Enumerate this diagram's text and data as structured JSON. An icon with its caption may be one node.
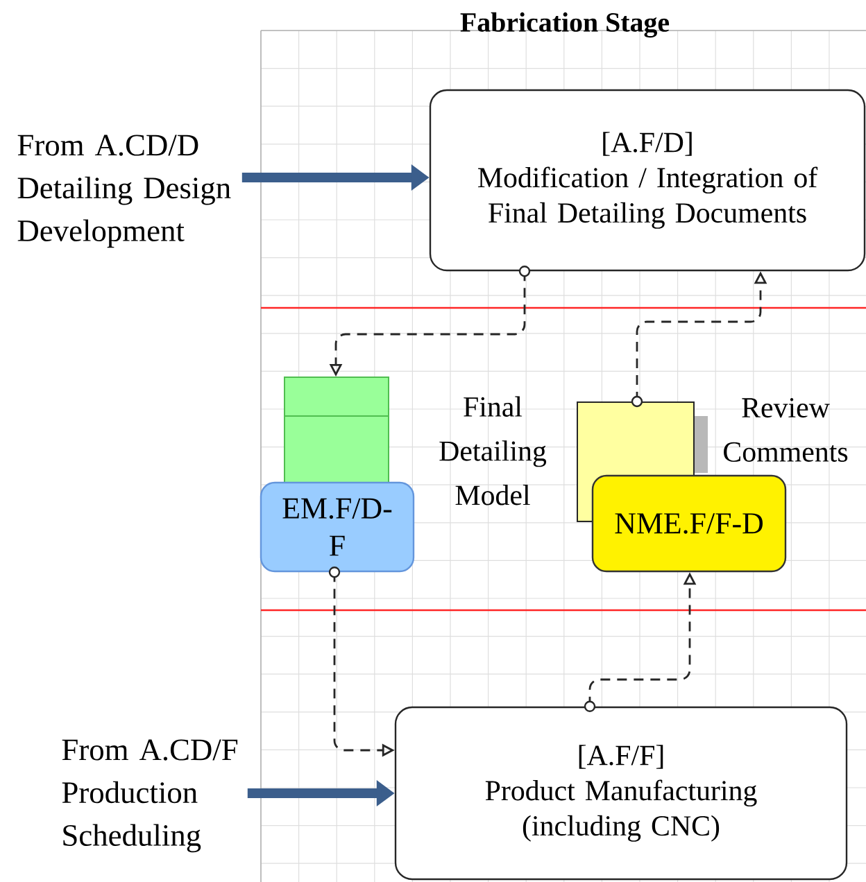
{
  "diagram": {
    "title": "Fabrication Stage",
    "nodes": [
      {
        "text": [
          "From A.CD/D Detailing Design Development"
        ]
      },
      {
        "text": [
          "[A.F/D]",
          "Modification / Integration of Final Detailing Documents"
        ]
      },
      {
        "text": [],
        "shape": "box"
      },
      {
        "text": [
          "EM.F/D-F"
        ]
      },
      {
        "text": [],
        "shape": "box",
        "beside": [
          "Review Comments"
        ]
      },
      {
        "text": [
          "NME.F/F-D"
        ]
      },
      {
        "text": [
          "From A.CD/F Production Scheduling"
        ]
      },
      {
        "text": [
          "[A.F/F]",
          "Product Manufacturing (including CNC)"
        ]
      }
    ],
    "edges": [
      {
        "from": 0,
        "to": 1,
        "arrow": "to",
        "style": "thick",
        "color": "#3b5e8c"
      },
      {
        "from": 1,
        "to": 2,
        "arrow": "to",
        "style": "dashed"
      },
      {
        "from": 4,
        "to": 1,
        "arrow": "to",
        "style": "dashed"
      },
      {
        "from": 3,
        "to": 7,
        "arrow": "to",
        "style": "dashed"
      },
      {
        "from": 7,
        "to": 5,
        "arrow": "to",
        "style": "dashed"
      },
      {
        "from": 6,
        "to": 7,
        "arrow": "to",
        "style": "thick",
        "color": "#3b5e8c"
      }
    ],
    "labels": [
      "Final Detailing Model"
    ]
  }
}
